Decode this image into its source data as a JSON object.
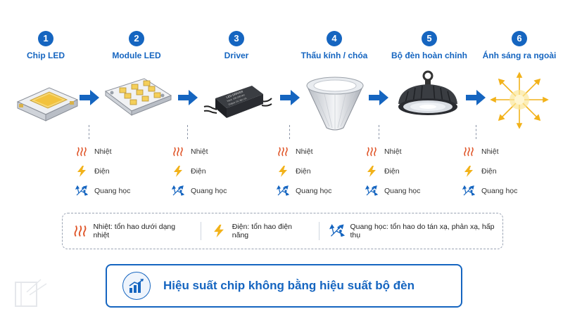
{
  "steps": [
    {
      "number": "1",
      "label": "Chip LED"
    },
    {
      "number": "2",
      "label": "Module LED"
    },
    {
      "number": "3",
      "label": "Driver"
    },
    {
      "number": "4",
      "label": "Thấu kính / chóa"
    },
    {
      "number": "5",
      "label": "Bộ đèn hoàn chỉnh"
    },
    {
      "number": "6",
      "label": "Ánh sáng ra ngoài"
    }
  ],
  "driver_text": {
    "line1": "LED DRIVER",
    "line2": "Input: 100-240VAC",
    "line3": "Output: DC 36V 1A"
  },
  "loss_labels": {
    "heat": "Nhiệt",
    "electric": "Điện",
    "optical": "Quang học"
  },
  "legend": {
    "heat": "Nhiệt: tổn hao dưới dạng nhiệt",
    "electric": "Điện: tổn hao điện năng",
    "optical": "Quang học: tổn hao do tán xạ, phản xạ, hấp thụ"
  },
  "banner": {
    "text": "Hiệu suất chip không bằng hiệu suất bộ đèn"
  },
  "colors": {
    "primary": "#1565c0",
    "heat": "#e0572b",
    "electric": "#f2b21a",
    "optical": "#1565c0",
    "light": "#f6c445"
  }
}
